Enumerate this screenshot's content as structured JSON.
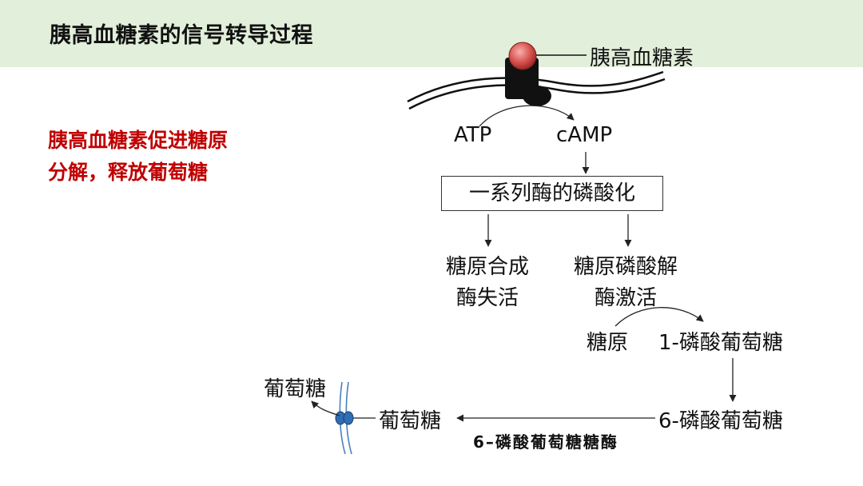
{
  "title": "胰高血糖素的信号转导过程",
  "summary": {
    "line1": "胰高血糖素促进糖原",
    "line2": "分解，释放葡萄糖"
  },
  "nodes": {
    "glucagon": "胰高血糖素",
    "atp": "ATP",
    "camp": "cAMP",
    "phosphorylation_cascade": "一系列酶的磷酸化",
    "glycogen_synthase_line1": "糖原合成",
    "glycogen_synthase_line2": "酶失活",
    "glycogen_phosphorylase_line1": "糖原磷酸解",
    "glycogen_phosphorylase_line2": "酶激活",
    "glycogen": "糖原",
    "g1p": "1-磷酸葡萄糖",
    "g6p": "6-磷酸葡萄糖",
    "glucose_inside": "葡萄糖",
    "glucose_outside": "葡萄糖",
    "g6pase": "6–磷酸葡萄糖糖酶"
  },
  "colors": {
    "header_bg": "#e2efda",
    "summary_text": "#c00000",
    "ligand": "#d9534f",
    "receptor": "#111111",
    "transporter": "#2f6db5",
    "membrane_blue": "#4a7fc1"
  }
}
